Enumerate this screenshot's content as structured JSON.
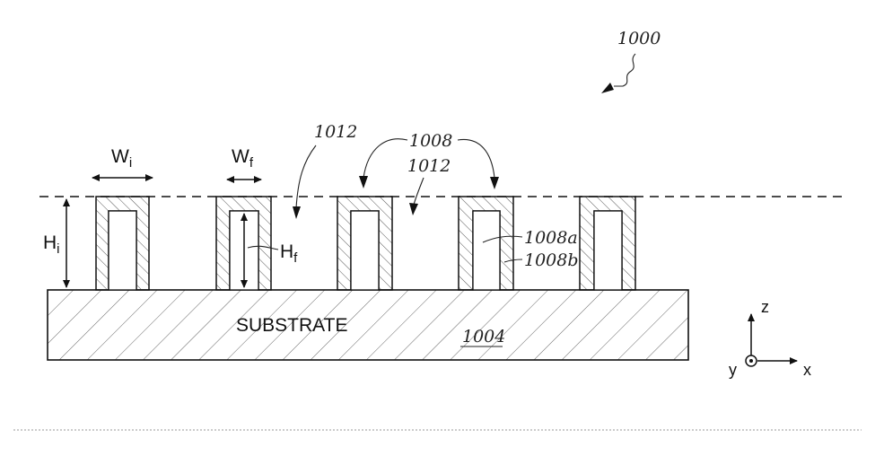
{
  "figure": {
    "ref_number": "1000",
    "substrate": {
      "label": "SUBSTRATE",
      "ref": "1004"
    },
    "fin_ref": "1008",
    "fin_inner_ref": "1008a",
    "fin_outer_ref": "1008b",
    "trench_ref_1": "1012",
    "trench_ref_2": "1012",
    "fin_count": 5,
    "dimensions": {
      "initial_width": {
        "main": "W",
        "sub": "i"
      },
      "final_width": {
        "main": "W",
        "sub": "f"
      },
      "initial_height": {
        "main": "H",
        "sub": "i"
      },
      "final_height": {
        "main": "H",
        "sub": "f"
      }
    },
    "axes": {
      "z": "z",
      "x": "x",
      "y": "y"
    }
  }
}
